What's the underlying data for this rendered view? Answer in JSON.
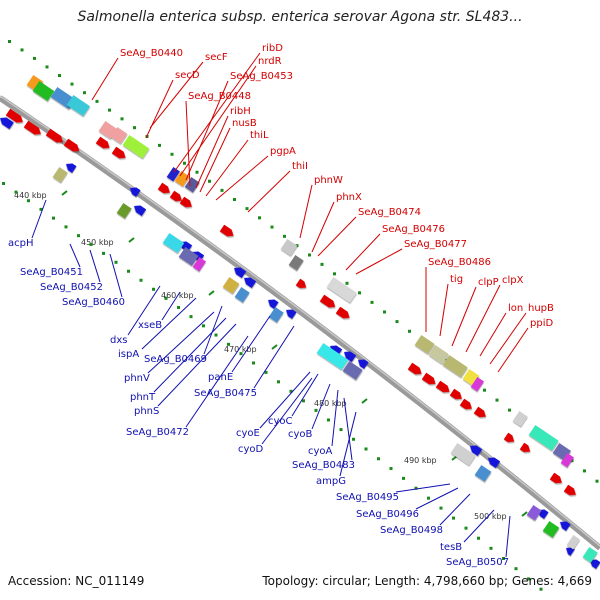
{
  "title": "Salmonella enterica subsp. enterica serovar Agona str. SL483...",
  "footer": {
    "accession": "Accession: NC_011149",
    "summary": "Topology: circular; Length: 4,798,660 bp; Genes: 4,669"
  },
  "colors": {
    "backbone": "#8a8a8a",
    "forward_gene": "#e00000",
    "reverse_gene": "#1414d8",
    "label_forward": "#d40000",
    "label_reverse": "#1010b0",
    "tick": "#1a8a1a"
  },
  "ticks": [
    {
      "label": "440 kbp"
    },
    {
      "label": "450 kbp"
    },
    {
      "label": "460 kbp"
    },
    {
      "label": "470 kbp"
    },
    {
      "label": "480 kbp"
    },
    {
      "label": "490 kbp"
    },
    {
      "label": "500 kbp"
    }
  ],
  "forward_labels": [
    "SeAg_B0440",
    "secF",
    "secD",
    "ribD",
    "nrdR",
    "SeAg_B0453",
    "SeAg_B0448",
    "ribH",
    "nusB",
    "thiL",
    "pgpA",
    "thiI",
    "phnW",
    "phnX",
    "SeAg_B0474",
    "SeAg_B0476",
    "SeAg_B0477",
    "SeAg_B0486",
    "tig",
    "clpP",
    "clpX",
    "lon",
    "hupB",
    "ppiD"
  ],
  "reverse_labels": [
    "acpH",
    "SeAg_B0451",
    "SeAg_B0452",
    "SeAg_B0460",
    "dxs",
    "xseB",
    "ispA",
    "SeAg_B0469",
    "phnV",
    "phnT",
    "phnS",
    "panE",
    "SeAg_B0475",
    "SeAg_B0472",
    "cyoE",
    "cyoC",
    "cyoD",
    "cyoB",
    "cyoA",
    "SeAg_B0483",
    "ampG",
    "SeAg_B0495",
    "SeAg_B0496",
    "SeAg_B0498",
    "tesB",
    "SeAg_B0507"
  ]
}
